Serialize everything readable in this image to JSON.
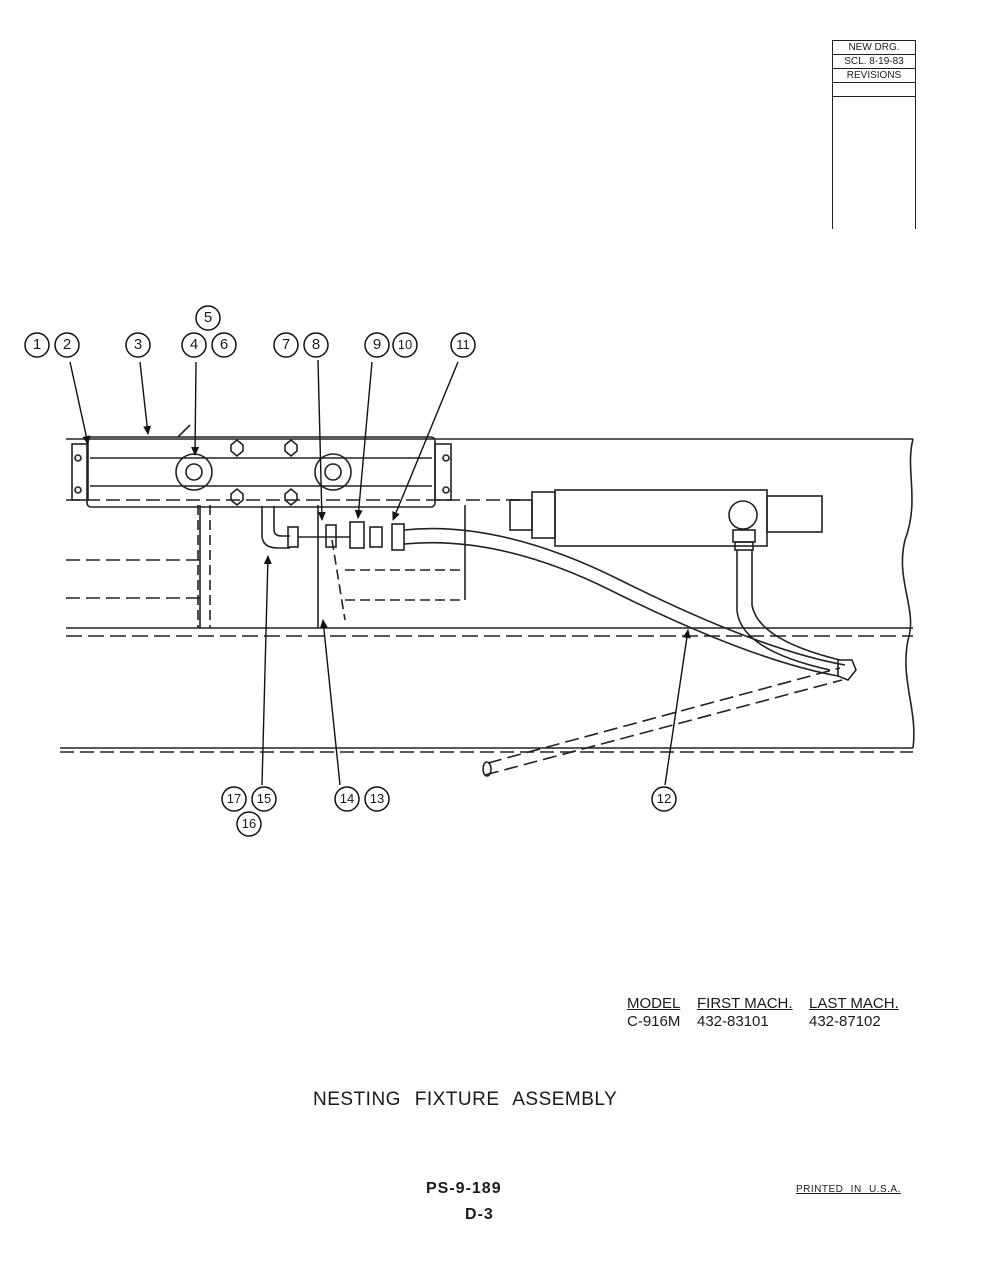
{
  "revisions": {
    "line1": "NEW DRG.",
    "line2": "SCL. 8-19-83",
    "header": "REVISIONS"
  },
  "callouts": [
    "1",
    "2",
    "3",
    "4",
    "5",
    "6",
    "7",
    "8",
    "9",
    "10",
    "11",
    "12",
    "13",
    "14",
    "15",
    "16",
    "17"
  ],
  "model_table": {
    "headers": [
      "MODEL",
      "FIRST MACH.",
      "LAST MACH."
    ],
    "row": [
      "C-916M",
      "432-83101",
      "432-87102"
    ]
  },
  "title": "NESTING FIXTURE ASSEMBLY",
  "page_ref": "PS-9-189",
  "page_sub": "D-3",
  "printed": "PRINTED IN U.S.A."
}
